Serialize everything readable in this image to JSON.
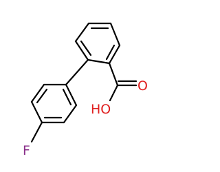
{
  "molecule": {
    "atoms": [
      {
        "id": "fluorine",
        "label": "F",
        "color": "#8a2f8a"
      },
      {
        "id": "carbonyl-oxygen",
        "label": "O",
        "color": "#e02020"
      },
      {
        "id": "hydroxyl",
        "label": "HO",
        "color": "#e02020"
      }
    ],
    "bond_color": "#000000",
    "background": "#ffffff"
  }
}
